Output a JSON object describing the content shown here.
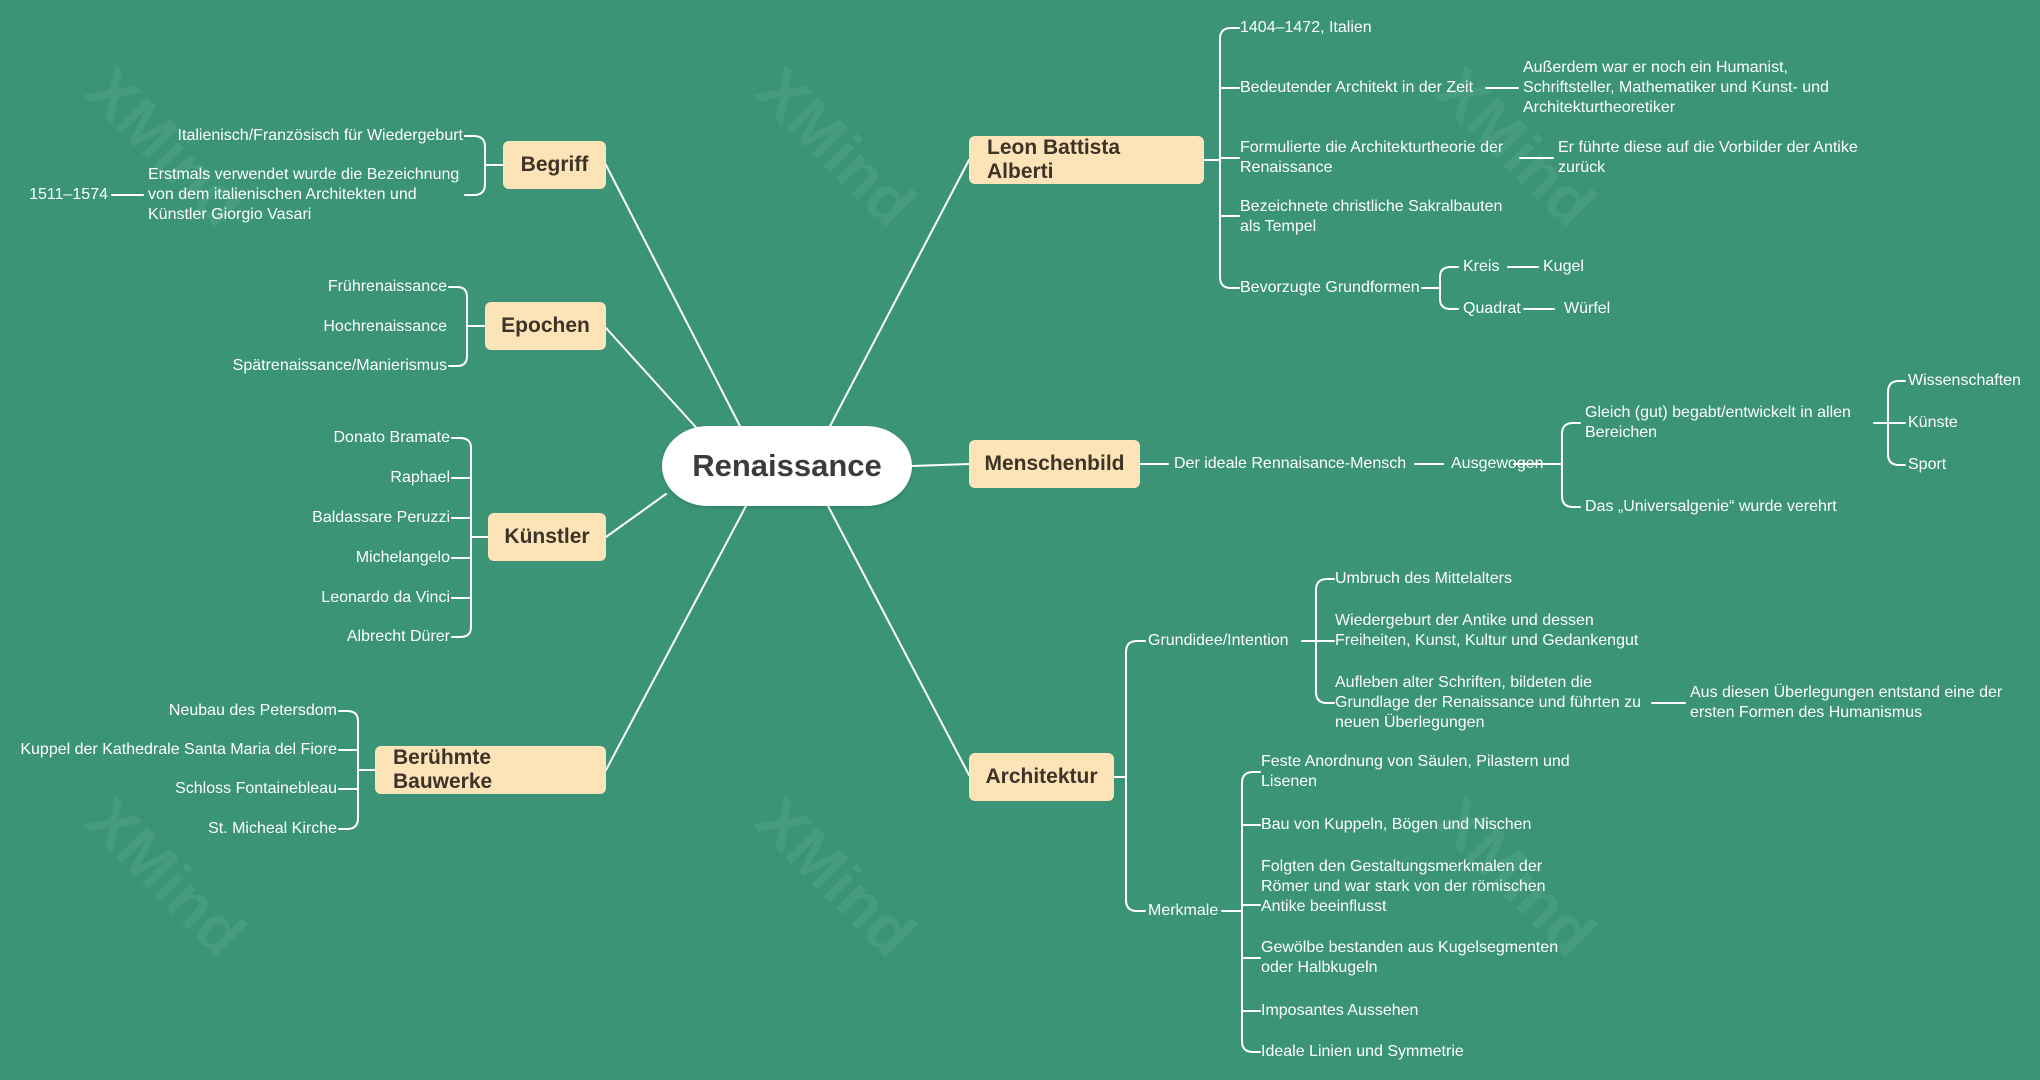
{
  "watermark": "XMind",
  "colors": {
    "background": "#3a9475",
    "topic": "#fde3b8",
    "root": "#ffffff",
    "line": "#ffffff"
  },
  "root": "Renaissance",
  "topics": {
    "begriff": {
      "title": "Begriff",
      "items": [
        "Italienisch/Französisch für Wiedergeburt",
        "Erstmals verwendet wurde die Bezeichnung von dem italienischen Architekten und Künstler Giorgio Vasari"
      ],
      "vasari_dates": "1511–1574"
    },
    "epochen": {
      "title": "Epochen",
      "items": [
        "Frührenaissance",
        "Hochrenaissance",
        "Spätrenaissance/Manierismus"
      ]
    },
    "kuenstler": {
      "title": "Künstler",
      "items": [
        "Donato Bramate",
        "Raphael",
        "Baldassare Peruzzi",
        "Michelangelo",
        "Leonardo da Vinci",
        "Albrecht Dürer"
      ]
    },
    "bauwerke": {
      "title": "Berühmte Bauwerke",
      "items": [
        "Neubau des Petersdom",
        "Kuppel der Kathedrale Santa Maria del Fiore",
        "Schloss Fontainebleau",
        "St. Micheal Kirche"
      ]
    },
    "alberti": {
      "title": "Leon Battista Alberti",
      "life": "1404–1472, Italien",
      "architect": "Bedeutender Architekt in der Zeit",
      "architect_note": "Außerdem war er noch ein Humanist, Schriftsteller, Mathematiker und Kunst- und Architekturtheoretiker",
      "theory": "Formulierte die Architekturtheorie der Renaissance",
      "theory_note": "Er führte diese auf die Vorbilder der Antike zurück",
      "sacral": "Bezeichnete christliche Sakralbauten als Tempel",
      "forms": "Bevorzugte Grundformen",
      "circle": "Kreis",
      "sphere": "Kugel",
      "square": "Quadrat",
      "cube": "Würfel"
    },
    "menschenbild": {
      "title": "Menschenbild",
      "ideal": "Der ideale Rennaisance-Mensch",
      "balanced": "Ausgewogen",
      "gifted": "Gleich (gut) begabt/entwickelt in allen Bereichen",
      "areas": [
        "Wissenschaften",
        "Künste",
        "Sport"
      ],
      "genius": "Das „Universalgenie“ wurde verehrt"
    },
    "architektur": {
      "title": "Architektur",
      "idea": "Grundidee/Intention",
      "idea_items": [
        "Umbruch des Mittelalters",
        "Wiedergeburt der Antike und dessen Freiheiten, Kunst, Kultur und Gedankengut",
        "Aufleben alter Schriften, bildeten die Grundlage der Renaissance und führten zu neuen Überlegungen"
      ],
      "humanism": "Aus diesen Überlegungen entstand eine der ersten Formen des Humanismus",
      "features": "Merkmale",
      "feature_items": [
        "Feste Anordnung von Säulen, Pilastern und Lisenen",
        "Bau von Kuppeln, Bögen und Nischen",
        "Folgten den Gestaltungsmerkmalen der Römer und war stark von der römischen Antike beeinflusst",
        "Gewölbe bestanden aus Kugelsegmenten oder Halbkugeln",
        "Imposantes Aussehen",
        "Ideale Linien und Symmetrie"
      ]
    }
  }
}
